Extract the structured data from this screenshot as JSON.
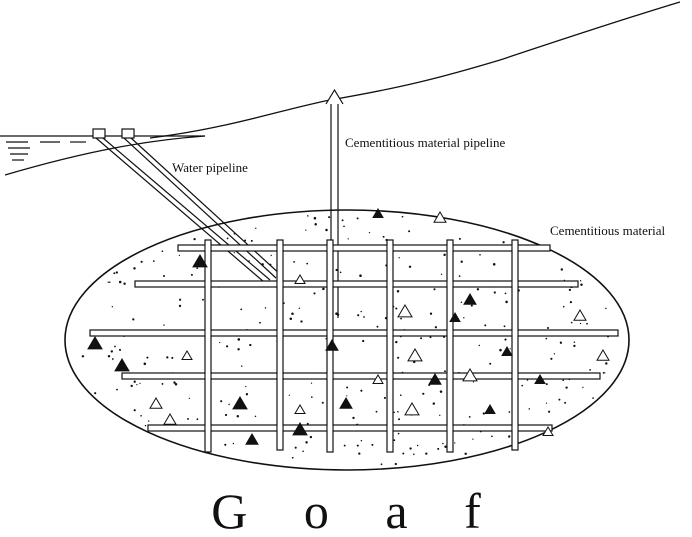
{
  "labels": {
    "water_pipeline": "Water pipeline",
    "cementitious_pipeline": "Cementitious material pipeline",
    "cementitious_material": "Cementitious material",
    "title": "G o a f"
  },
  "colors": {
    "stroke": "#111111",
    "background": "#ffffff"
  }
}
